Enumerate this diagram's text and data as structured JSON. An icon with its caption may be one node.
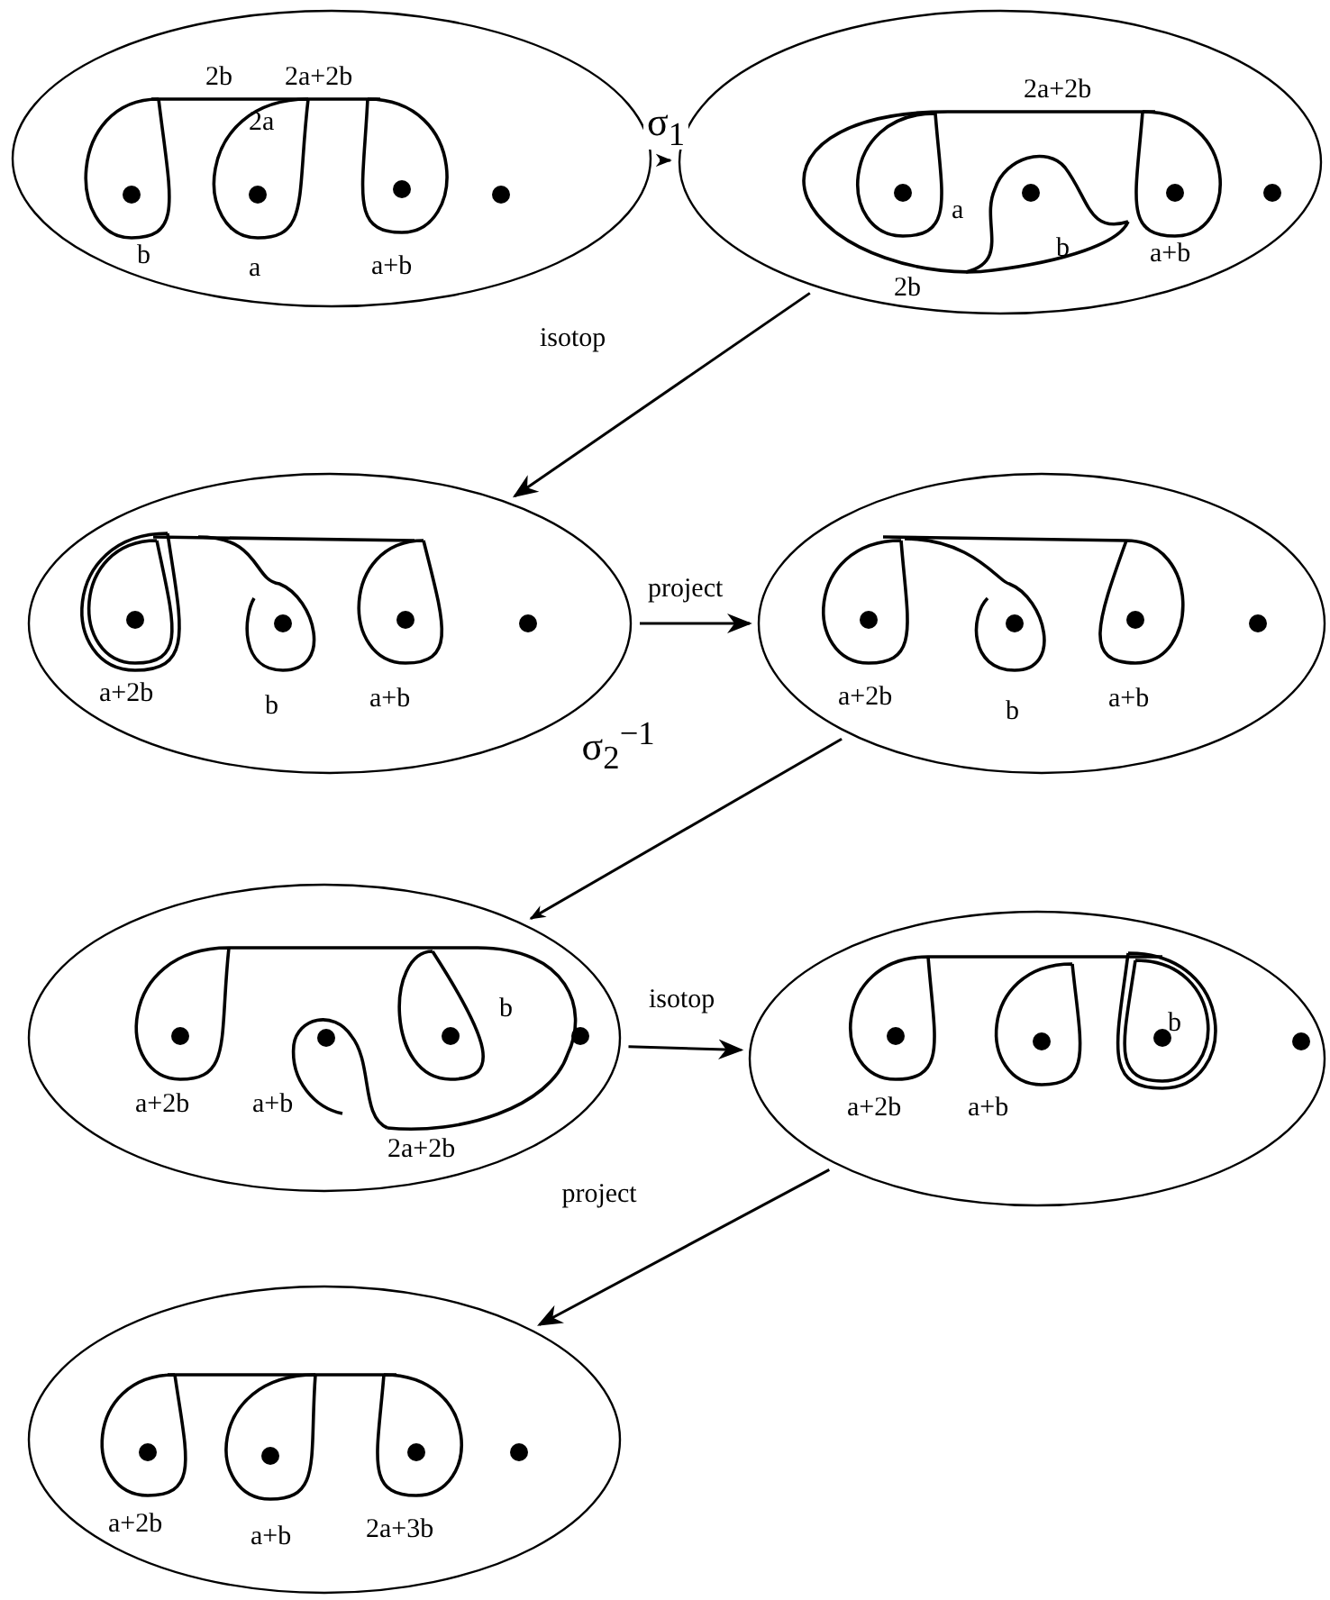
{
  "diagram": {
    "nodes": [
      {
        "text": [
          "2b",
          "2a+2b",
          "2a",
          "b",
          "a",
          "a+b"
        ]
      },
      {
        "text": [
          "2a+2b",
          "a",
          "b",
          "a+b",
          "2b"
        ]
      },
      {
        "text": [
          "a+2b",
          "b",
          "a+b"
        ]
      },
      {
        "text": [
          "a+2b",
          "b",
          "a+b"
        ]
      },
      {
        "text": [
          "b",
          "a+2b",
          "a+b",
          "2a+2b"
        ]
      },
      {
        "text": [
          "b",
          "a+2b",
          "a+b"
        ]
      },
      {
        "text": [
          "a+2b",
          "a+b",
          "2a+3b"
        ]
      }
    ],
    "edges": [
      {
        "from": 0,
        "to": 1,
        "arrow": "to",
        "label": "σ$_{1}$"
      },
      {
        "from": 1,
        "to": 2,
        "arrow": "to",
        "label": "isotop"
      },
      {
        "from": 2,
        "to": 3,
        "arrow": "to",
        "label": "project"
      },
      {
        "from": 3,
        "to": 4,
        "arrow": "to",
        "label": "σ$_{2}$$^{−1}$"
      },
      {
        "from": 4,
        "to": 5,
        "arrow": "to",
        "label": "isotop"
      },
      {
        "from": 5,
        "to": 6,
        "arrow": "to",
        "label": "project"
      }
    ]
  }
}
